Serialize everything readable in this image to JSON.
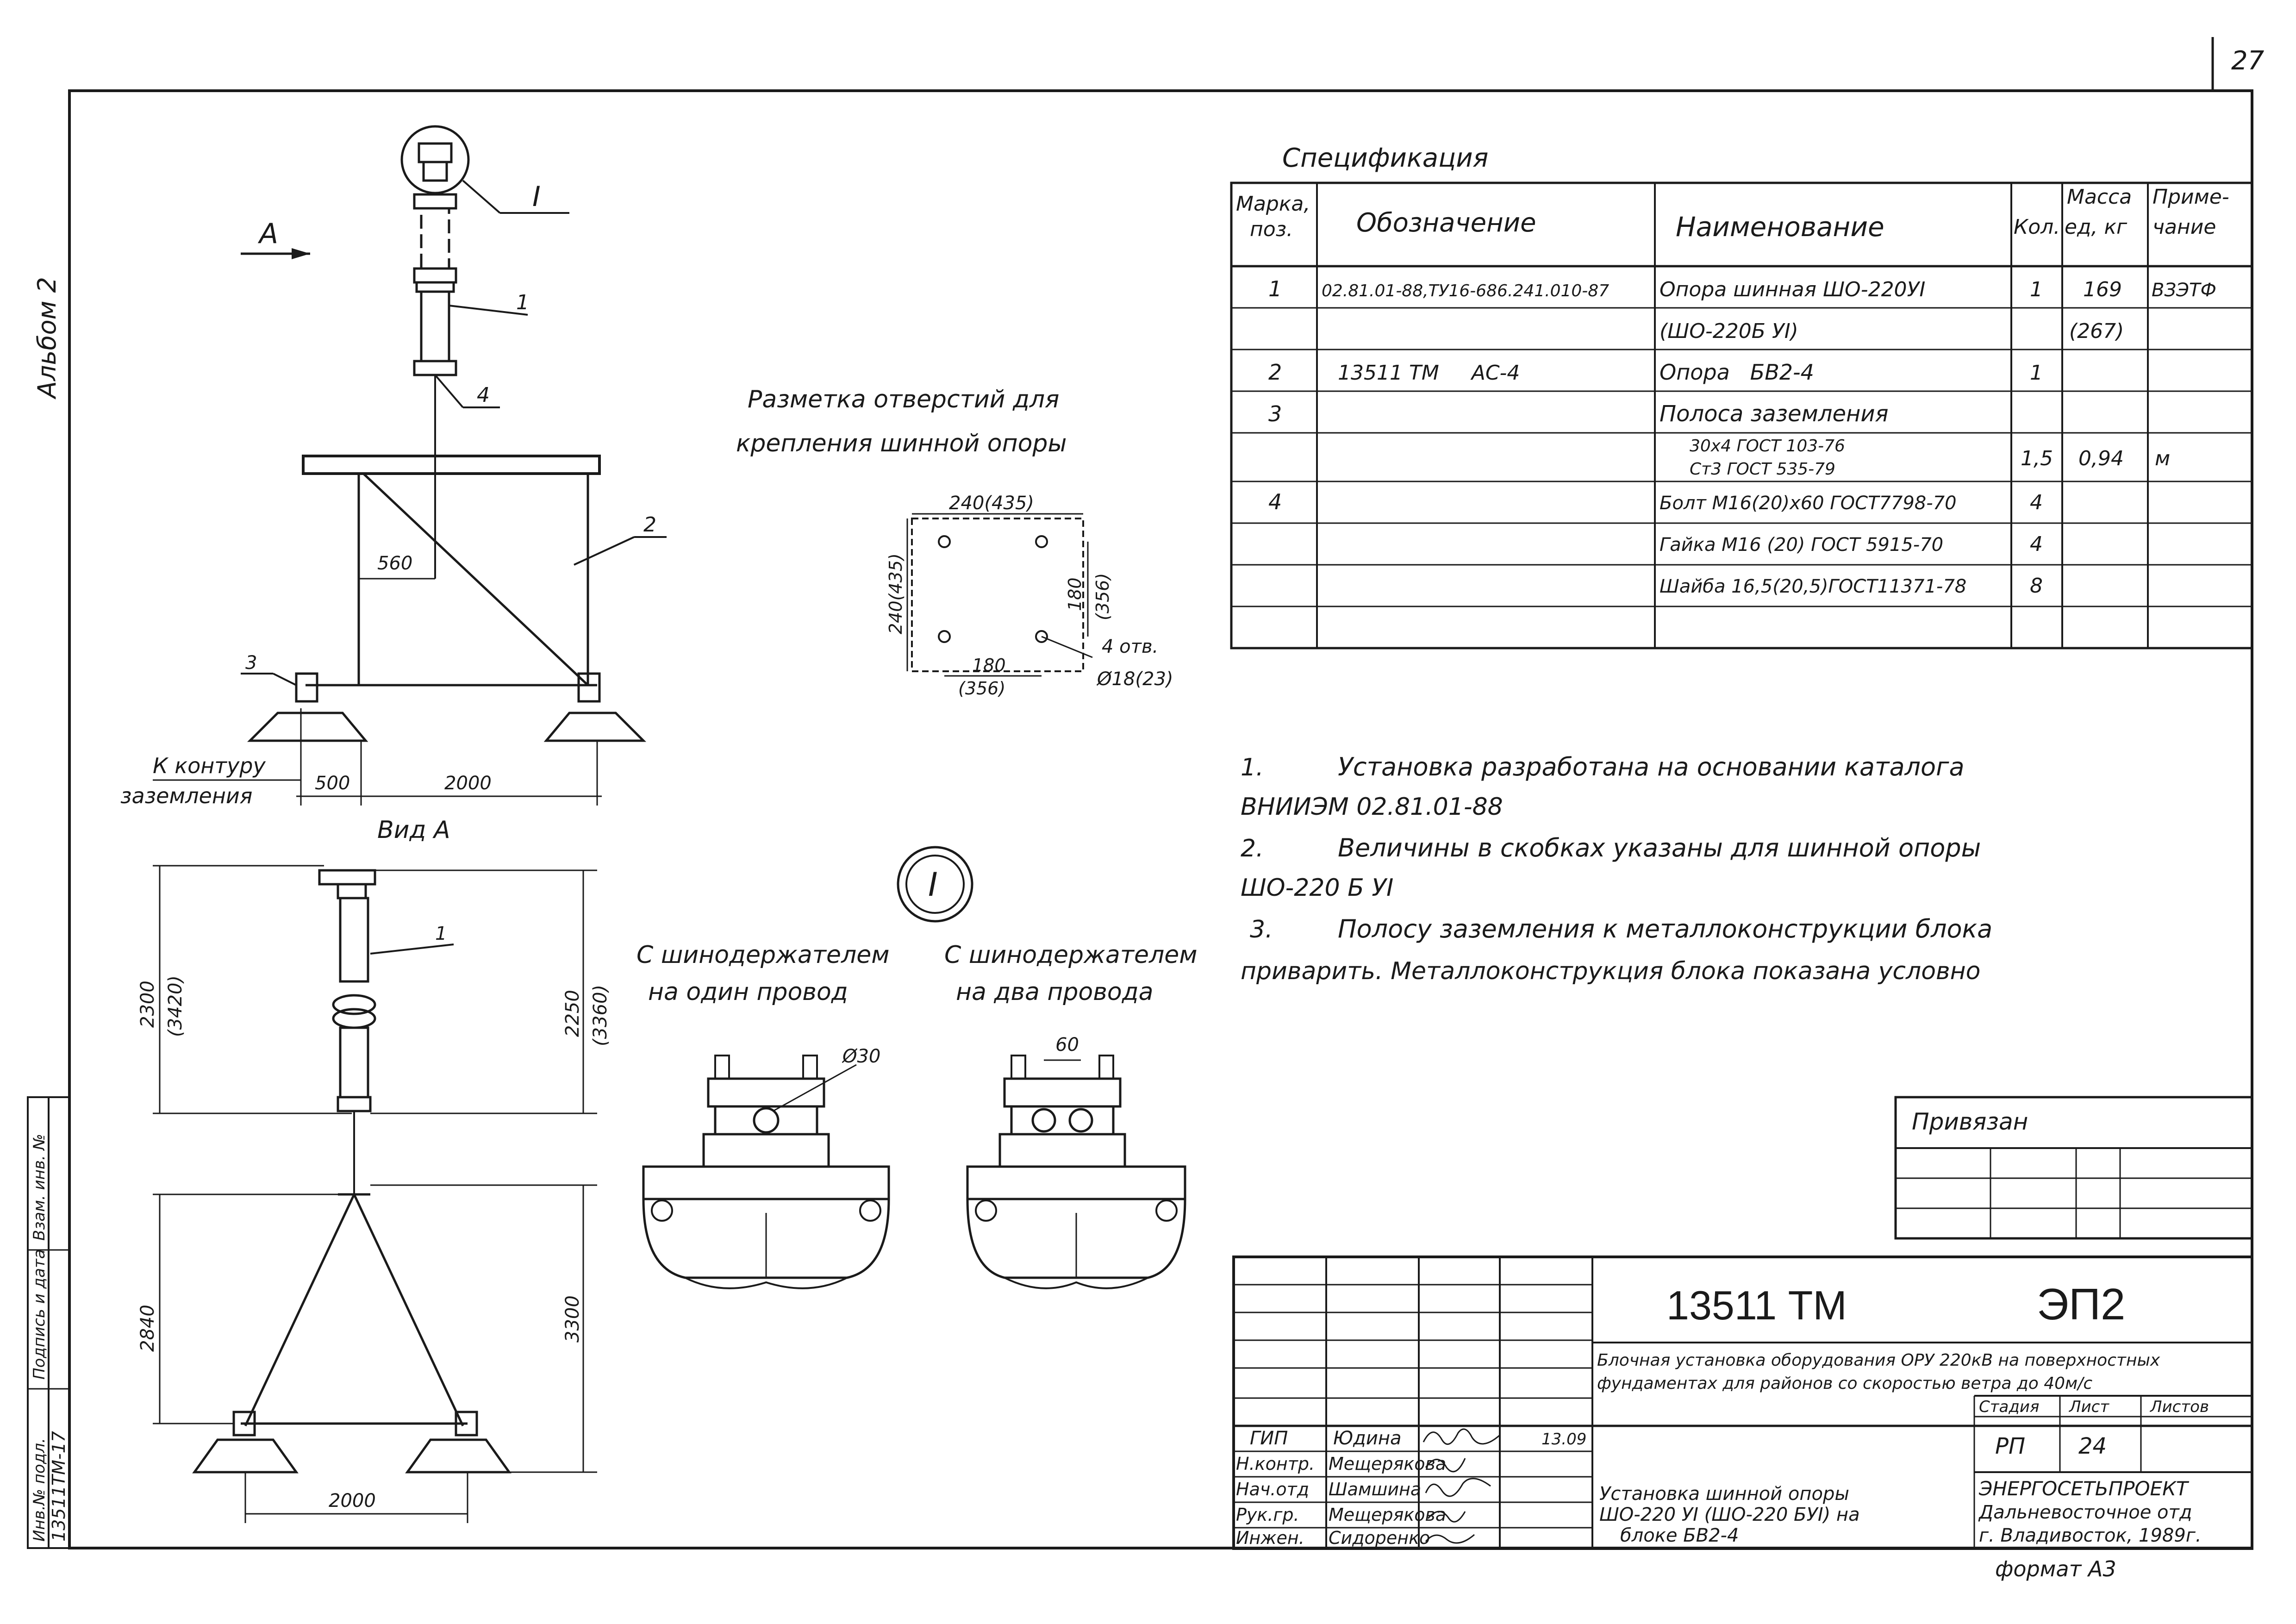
{
  "page_number": "27",
  "album_label": "Альбом 2",
  "left_strip": {
    "archive_number": "13511ТМ-17",
    "columns": [
      "Инв.№ подл.",
      "Подпись и дата",
      "Взам. инв. №"
    ]
  },
  "spec": {
    "title": "Спецификация",
    "headers": {
      "mark": [
        "Марка,",
        "поз."
      ],
      "designation": "Обозначение",
      "name": "Наименование",
      "qty": "Кол.",
      "mass": [
        "Масса",
        "ед, кг"
      ],
      "note": [
        "Приме-",
        "чание"
      ]
    },
    "rows": [
      {
        "mark": "1",
        "designation": "02.81.01-88,ТУ16-686.241.010-87",
        "name": "Опора шинная ШО-220УI",
        "qty": "1",
        "mass": "169",
        "note": "ВЗЭТФ"
      },
      {
        "mark": "",
        "designation": "",
        "name": "(ШО-220Б УI)",
        "qty": "",
        "mass": "(267)",
        "note": ""
      },
      {
        "mark": "2",
        "designation": "13511 ТМ     АС-4",
        "name": "Опора   БВ2-4",
        "qty": "1",
        "mass": "",
        "note": ""
      },
      {
        "mark": "3",
        "designation": "",
        "name": "Полоса заземления",
        "qty": "",
        "mass": "",
        "note": ""
      },
      {
        "mark": "",
        "designation": "",
        "name": "30х4 ГОСТ 103-76",
        "name2": "Ст3 ГОСТ 535-79",
        "qty": "1,5",
        "mass": "0,94",
        "note": "м"
      },
      {
        "mark": "4",
        "designation": "",
        "name": "Болт М16(20)х60 ГОСТ7798-70",
        "qty": "4",
        "mass": "",
        "note": ""
      },
      {
        "mark": "",
        "designation": "",
        "name": "Гайка М16 (20) ГОСТ 5915-70",
        "qty": "4",
        "mass": "",
        "note": ""
      },
      {
        "mark": "",
        "designation": "",
        "name": "Шайба 16,5(20,5)ГОСТ11371-78",
        "qty": "8",
        "mass": "",
        "note": ""
      },
      {
        "mark": "",
        "designation": "",
        "name": "",
        "qty": "",
        "mass": "",
        "note": ""
      }
    ]
  },
  "notes": [
    {
      "num": "1.",
      "line1": "Установка разработана на основании каталога",
      "line2": "ВНИИЭМ  02.81.01-88"
    },
    {
      "num": "2.",
      "line1": "Величины в скобках указаны для шинной опоры",
      "line2": "ШО-220 Б УI"
    },
    {
      "num": "3.",
      "line1": "Полосу заземления к металлоконструкции блока",
      "line2": "приварить.  Металлоконструкция блока показана условно"
    }
  ],
  "drawings": {
    "main_view": {
      "view_arrow": "А",
      "callout": "I",
      "labels": [
        "1",
        "2",
        "3",
        "4"
      ],
      "dims": {
        "offset": "560",
        "base_left": "500",
        "base_span": "2000"
      },
      "ground_text_1": "К контуру",
      "ground_text_2": "заземления"
    },
    "holes": {
      "title_1": "Разметка отверстий для",
      "title_2": "крепления шинной опоры",
      "top_dim": "240(435)",
      "left_dim": "240(435)",
      "right_dim": "180",
      "right_dim_2": "(356)",
      "bottom_dim": "180",
      "bottom_dim_2": "(356)",
      "holes_count": "4 отв.",
      "hole_dia": "Ø18(23)"
    },
    "view_a": {
      "title": "Вид  А",
      "label": "1",
      "dim_left": "2300",
      "dim_left_2": "(3420)",
      "dim_right": "2250",
      "dim_right_2": "(3360)",
      "dim_lower": "3300",
      "dim_lower_left": "2840",
      "dim_bottom": "2000"
    },
    "detail": {
      "marker": "I",
      "one_wire_1": "С шинодержателем",
      "one_wire_2": "на один провод",
      "two_wire_1": "С шинодержателем",
      "two_wire_2": "на два провода",
      "dia": "Ø30",
      "spacing": "60"
    }
  },
  "bound": {
    "label": "Привязан"
  },
  "title_block": {
    "doc_number": "13511 ТМ",
    "sheet_code": "ЭП2",
    "project_title_1": "Блочная установка оборудования ОРУ 220кВ на поверхностных",
    "project_title_2": "фундаментах для районов со скоростью ветра до 40м/с",
    "stage_header": "Стадия",
    "sheet_header": "Лист",
    "sheets_header": "Листов",
    "stage": "РП",
    "sheet": "24",
    "sheets": "",
    "drawing_title_1": "Установка шинной опоры",
    "drawing_title_2": "ШО-220 УI (ШО-220 БУI) на",
    "drawing_title_3": "блоке БВ2-4",
    "org_1": "ЭНЕРГОСЕТЬПРОЕКТ",
    "org_2": "Дальневосточное отд",
    "org_3": "г. Владивосток, 1989г.",
    "format": "формат  А3",
    "date": "13.09",
    "staff": [
      {
        "role": "ГИП",
        "name": "Юдина"
      },
      {
        "role": "Н.контр.",
        "name": "Мещерякова"
      },
      {
        "role": "Нач.отд",
        "name": "Шамшина"
      },
      {
        "role": "Рук.гр.",
        "name": "Мещерякова"
      },
      {
        "role": "Инжен.",
        "name": "Сидоренко"
      }
    ]
  }
}
